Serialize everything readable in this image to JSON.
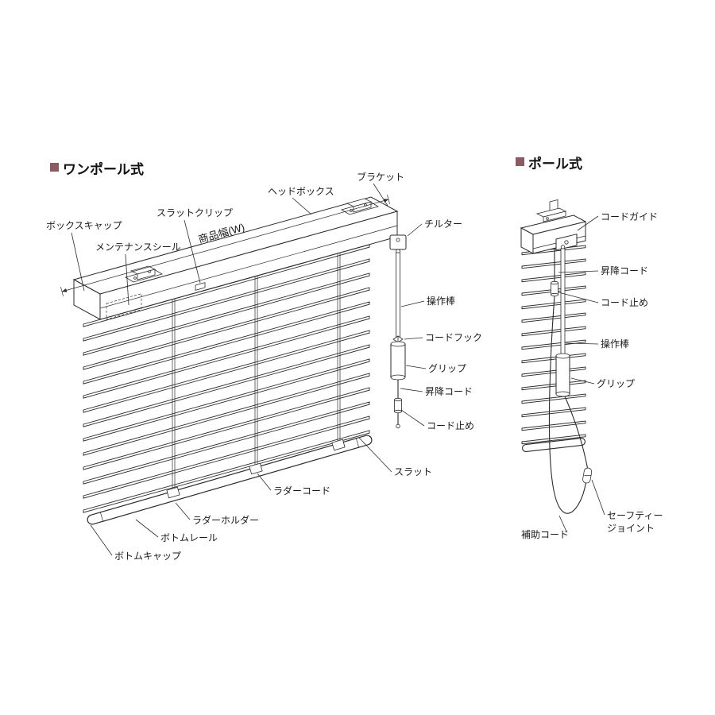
{
  "theme": {
    "accent": "#8b5a62",
    "line": "#2b2b2b",
    "text": "#1a1a1a",
    "background": "#ffffff"
  },
  "diagram": {
    "one_pole": {
      "title": "ワンポール式",
      "labels": {
        "bracket": "ブラケット",
        "head_box": "ヘッドボックス",
        "slat_clip": "スラットクリップ",
        "box_cap": "ボックスキャップ",
        "maintenance_seal": "メンテナンスシール",
        "product_width": "商品幅(W)",
        "tilter": "チルター",
        "operation_rod": "操作棒",
        "cord_hook": "コードフック",
        "grip": "グリップ",
        "lifting_cord": "昇降コード",
        "cord_stopper": "コード止め",
        "slat": "スラット",
        "ladder_cord": "ラダーコード",
        "ladder_holder": "ラダーホルダー",
        "bottom_rail": "ボトムレール",
        "bottom_cap": "ボトムキャップ"
      }
    },
    "pole": {
      "title": "ポール式",
      "labels": {
        "cord_guide": "コードガイド",
        "lifting_cord": "昇降コード",
        "cord_stopper": "コード止め",
        "operation_rod": "操作棒",
        "grip": "グリップ",
        "auxiliary_cord": "補助コード",
        "safety_joint_line1": "セーフティー",
        "safety_joint_line2": "ジョイント"
      }
    }
  }
}
